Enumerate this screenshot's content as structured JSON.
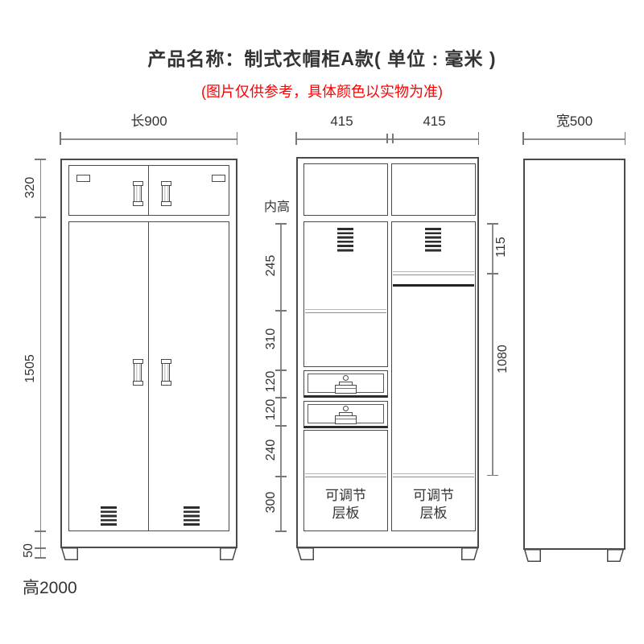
{
  "header": {
    "title": "产品名称：制式衣帽柜A款( 单位 : 毫米 )",
    "disclaimer": "(图片仅供参考，具体颜色以实物为准)"
  },
  "front_view": {
    "top_width": "长900",
    "height_segments": [
      "320",
      "1505",
      "50"
    ],
    "total_height": "高2000"
  },
  "inner_view": {
    "inner_height_label": "内高",
    "column_widths": [
      "415",
      "415"
    ],
    "left_segments": [
      "245",
      "310",
      "120",
      "120",
      "240",
      "300"
    ],
    "right_segments": [
      "115",
      "1080"
    ],
    "adjustable_shelf": {
      "line1": "可调节",
      "line2": "层板"
    }
  },
  "side_view": {
    "top_width": "宽500"
  },
  "colors": {
    "outline": "#4a4a4a",
    "dimension_line": "#8c8c8c",
    "text": "#333333",
    "accent_red": "#ff0000",
    "background": "#ffffff"
  }
}
